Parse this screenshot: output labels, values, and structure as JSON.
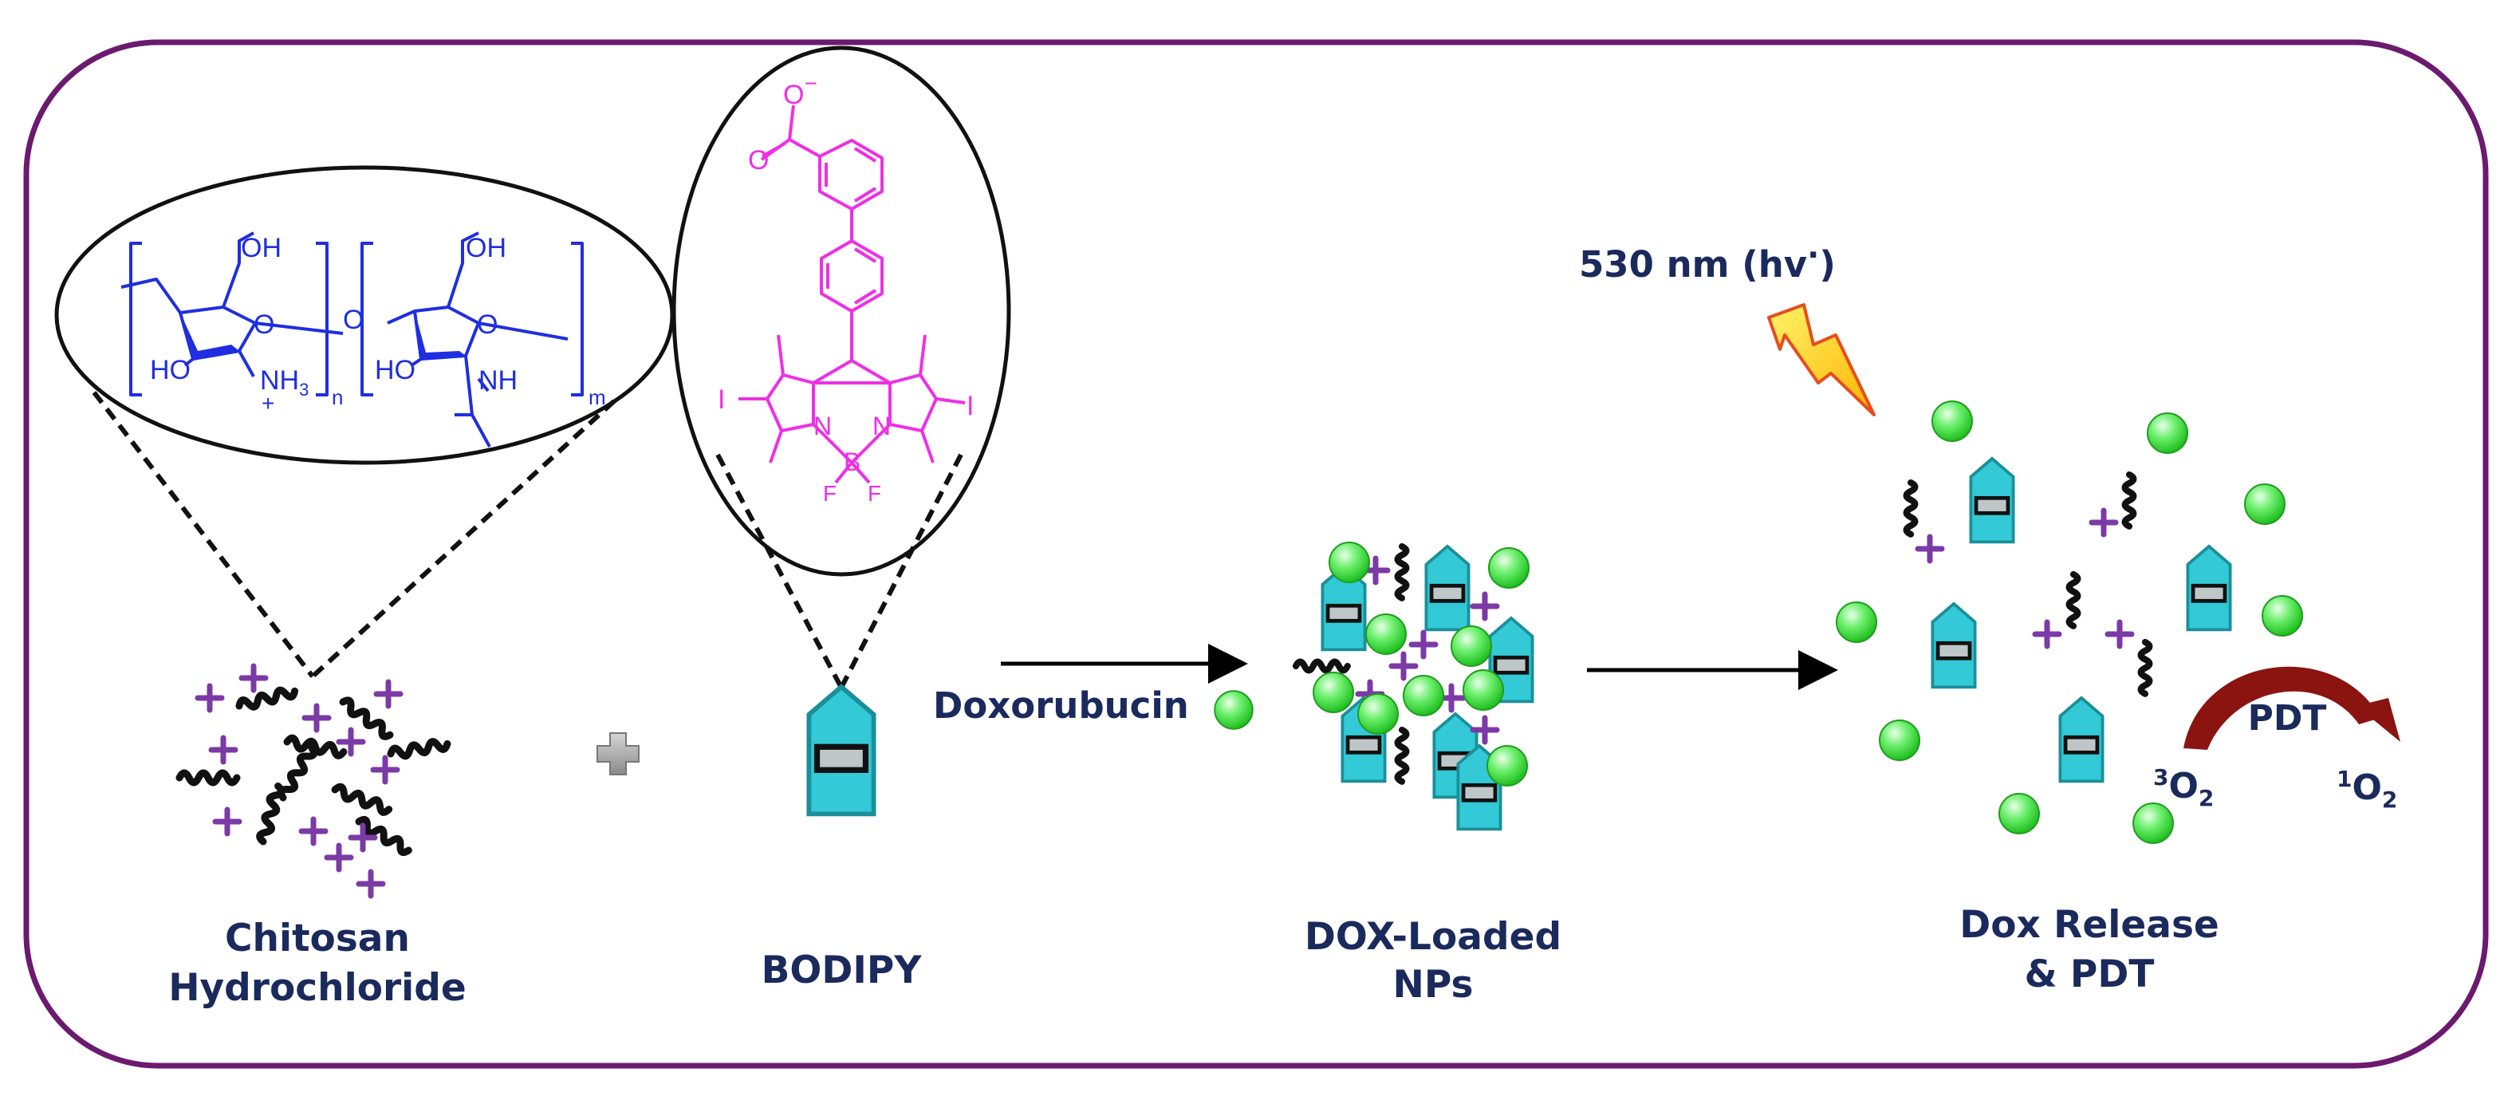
{
  "colors": {
    "frame": "#6b1a70",
    "label": "#1b2a5c",
    "chitosan_structure": "#1f2ee0",
    "bodipy_structure": "#ee2fe6",
    "plus_sign": "#7b3aa6",
    "bodipy_unit": "#33c9d6",
    "dox_sphere": "#33dd33",
    "pdt_arrow": "#8b1410",
    "lightning": "#ffd21e"
  },
  "labels": {
    "chitosan_line1": "Chitosan",
    "chitosan_line2": "Hydrochloride",
    "bodipy": "BODIPY",
    "doxorubicin": "Doxorubucin",
    "nps_line1": "DOX-Loaded",
    "nps_line2": "NPs",
    "release_line1": "Dox Release",
    "release_line2": "& PDT",
    "light": "530 nm (hv",
    "light_sup": "·",
    "pdt": "PDT",
    "triplet_sup": "3",
    "triplet_o": "O",
    "triplet_sub": "2",
    "singlet_sup": "1",
    "singlet_o": "O",
    "singlet_sub": "2"
  },
  "chitosan_structure": {
    "oh_1": "OH",
    "ho_1": "HO",
    "nh3": "NH",
    "nh3_sub": "3",
    "nh3_charge": "+",
    "n_index": "n",
    "oh_2": "OH",
    "ho_2": "HO",
    "nh": "NH",
    "m_index": "m",
    "o_ring": "O",
    "o_link": "O"
  },
  "bodipy_structure": {
    "o_carbonyl": "O",
    "o_carboxylate": "O",
    "o_charge": "−",
    "iodine_left": "I",
    "iodine_right": "I",
    "n_left": "N",
    "n_right": "N",
    "boron": "B",
    "f_left": "F",
    "f_right": "F"
  }
}
